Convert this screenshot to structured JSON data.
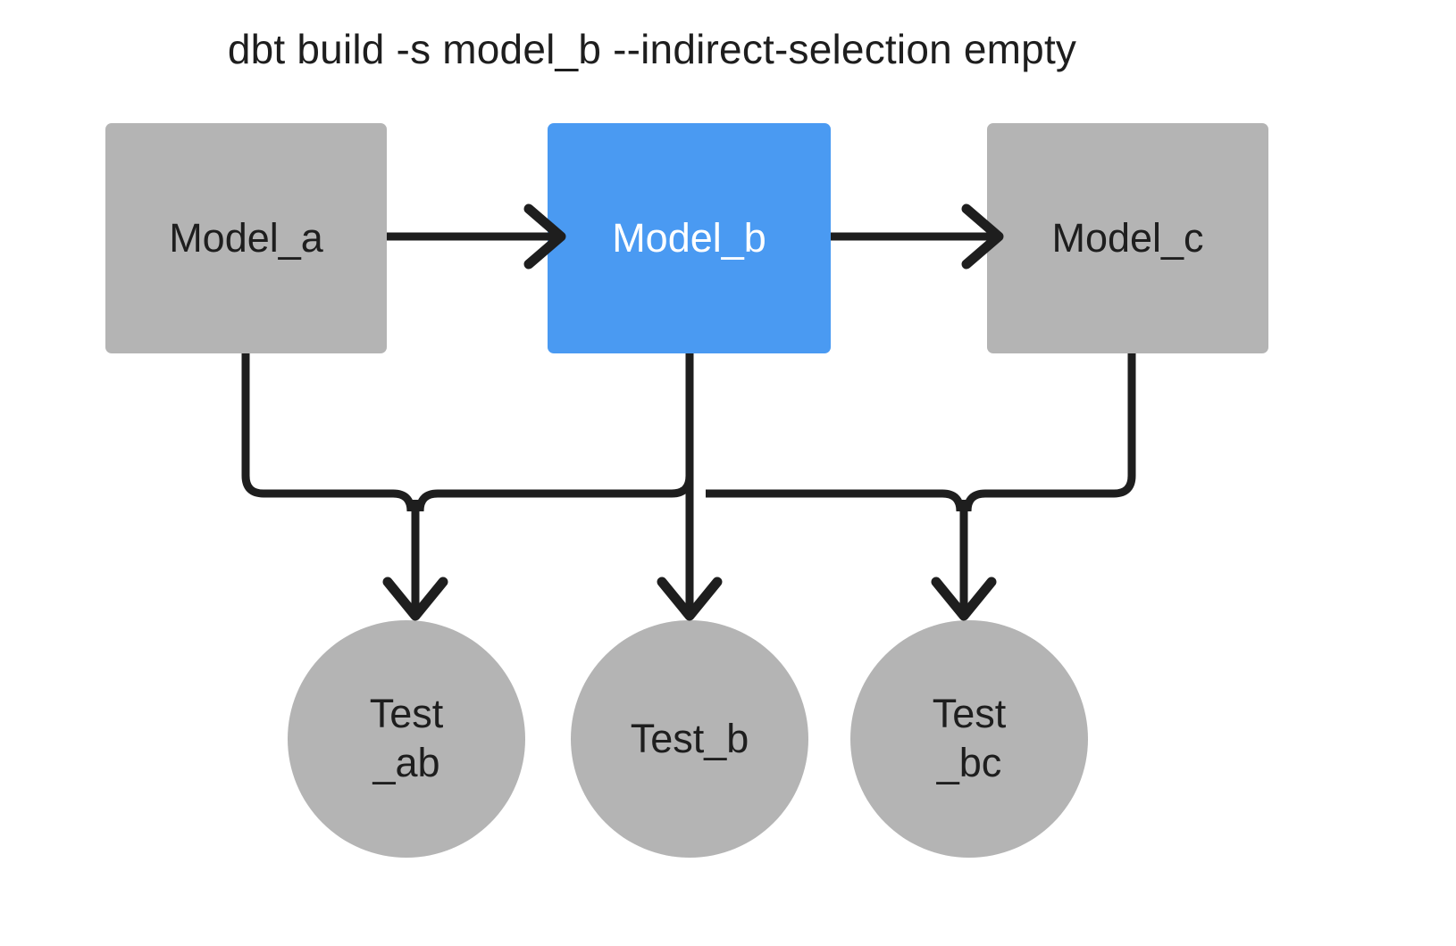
{
  "title": "dbt build -s model_b --indirect-selection empty",
  "colors": {
    "node_gray": "#b4b4b4",
    "node_selected_blue": "#4a9af2",
    "edge": "#1e1e1e",
    "text_dark": "#1e1e1e",
    "text_light": "#ffffff",
    "background": "#ffffff"
  },
  "models": [
    {
      "id": "model_a",
      "label": "Model_a",
      "selected": false
    },
    {
      "id": "model_b",
      "label": "Model_b",
      "selected": true
    },
    {
      "id": "model_c",
      "label": "Model_c",
      "selected": false
    }
  ],
  "tests": [
    {
      "id": "test_ab",
      "line1": "Test",
      "line2": "_ab",
      "selected": false
    },
    {
      "id": "test_b",
      "line1": "Test_b",
      "line2": "",
      "selected": false
    },
    {
      "id": "test_bc",
      "line1": "Test",
      "line2": "_bc",
      "selected": false
    }
  ],
  "edges": [
    {
      "from": "model_a",
      "to": "model_b",
      "kind": "model-to-model"
    },
    {
      "from": "model_b",
      "to": "model_c",
      "kind": "model-to-model"
    },
    {
      "from": "model_a",
      "to": "test_ab",
      "kind": "model-to-test"
    },
    {
      "from": "model_b",
      "to": "test_ab",
      "kind": "model-to-test"
    },
    {
      "from": "model_b",
      "to": "test_b",
      "kind": "model-to-test"
    },
    {
      "from": "model_b",
      "to": "test_bc",
      "kind": "model-to-test"
    },
    {
      "from": "model_c",
      "to": "test_bc",
      "kind": "model-to-test"
    }
  ]
}
